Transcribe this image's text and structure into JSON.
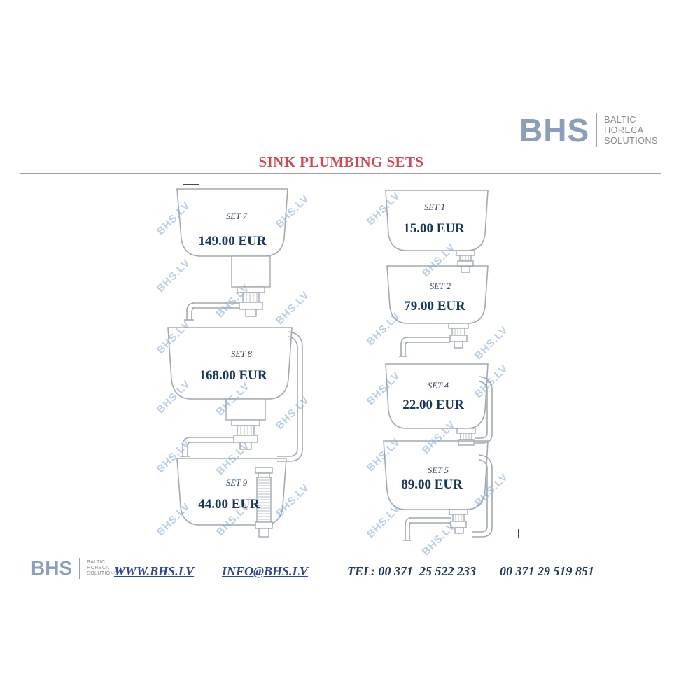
{
  "brand": {
    "name": "BHS",
    "tagline": [
      "BALTIC",
      "HORECA",
      "SOLUTIONS"
    ]
  },
  "header": {
    "title": "SINK PLUMBING SETS"
  },
  "watermark": {
    "text": "BHS.LV"
  },
  "products": [
    {
      "label": "SET 7",
      "price": "149.00 EUR"
    },
    {
      "label": "SET 8",
      "price": "168.00 EUR"
    },
    {
      "label": "SET 9",
      "price": "44.00 EUR"
    },
    {
      "label": "SET 1",
      "price": "15.00 EUR"
    },
    {
      "label": "SET 2",
      "price": "79.00 EUR"
    },
    {
      "label": "SET 4",
      "price": "22.00 EUR"
    },
    {
      "label": "SET 5",
      "price": "89.00 EUR"
    }
  ],
  "footer": {
    "website": "WWW.BHS.LV",
    "email": "INFO@BHS.LV",
    "phone_1": "TEL: 00 371  25 522 233",
    "phone_2": "00 371 29 519 851"
  },
  "colors": {
    "title": "#d04a55",
    "price": "#17365d",
    "logo": "#8d9eba",
    "watermark": "#82a5d2",
    "link": "#2f45a0",
    "phone": "#1f3864",
    "drawing_stroke": "#a3a9b2"
  }
}
